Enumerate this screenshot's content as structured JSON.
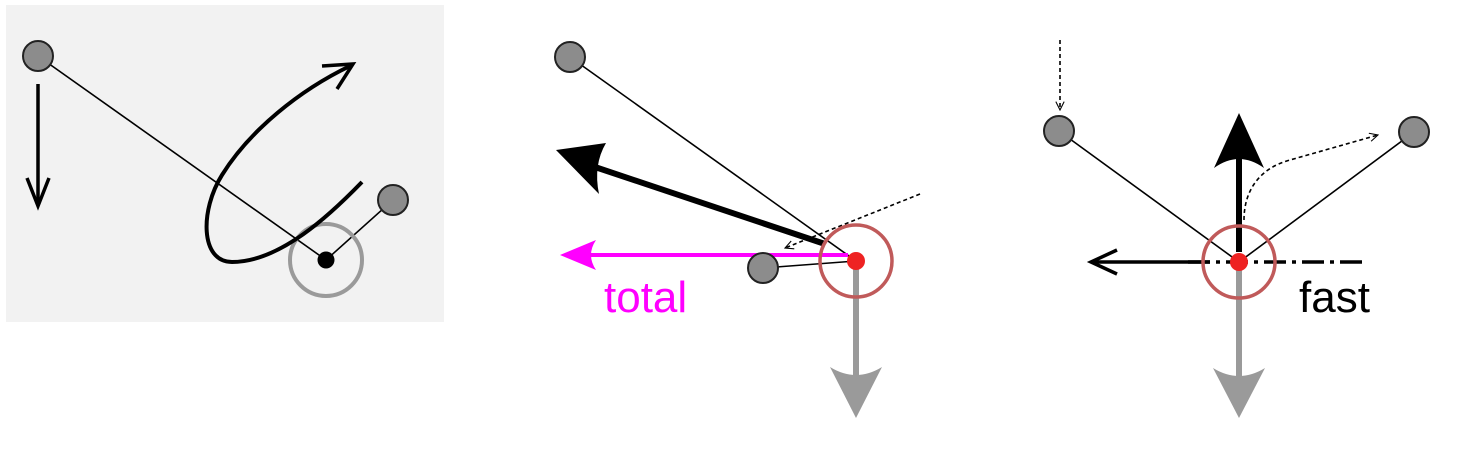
{
  "panels": [
    {
      "id": "panel-1",
      "background": "#f2f2f2"
    },
    {
      "id": "panel-2",
      "label": "total",
      "label_color": "#ff00ff"
    },
    {
      "id": "panel-3",
      "label": "fast",
      "label_color": "#000000"
    }
  ],
  "colors": {
    "bob": "#8c8c8c",
    "bob_stroke": "#222222",
    "pivot_red": "#ee2222",
    "ring_red": "#c05a5a",
    "ring_gray": "#9a9a9a",
    "gravity_arrow": "#9a9a9a",
    "total_arrow": "#ff00ff",
    "line": "#000000"
  }
}
